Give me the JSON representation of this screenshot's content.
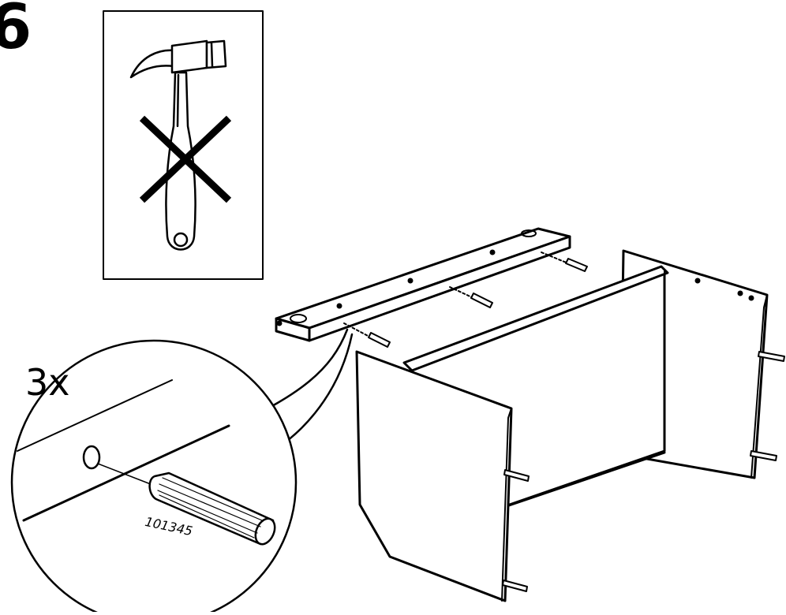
{
  "step": {
    "number": "6"
  },
  "warning": {
    "tool_icon": "hammer-icon",
    "prohibit_icon": "cross-mark-icon"
  },
  "detail": {
    "quantity": "3x",
    "part_number": "101345",
    "part_icon": "wooden-dowel-icon"
  },
  "colors": {
    "line": "#000000",
    "background": "#ffffff",
    "panel_fill": "#ffffff"
  }
}
